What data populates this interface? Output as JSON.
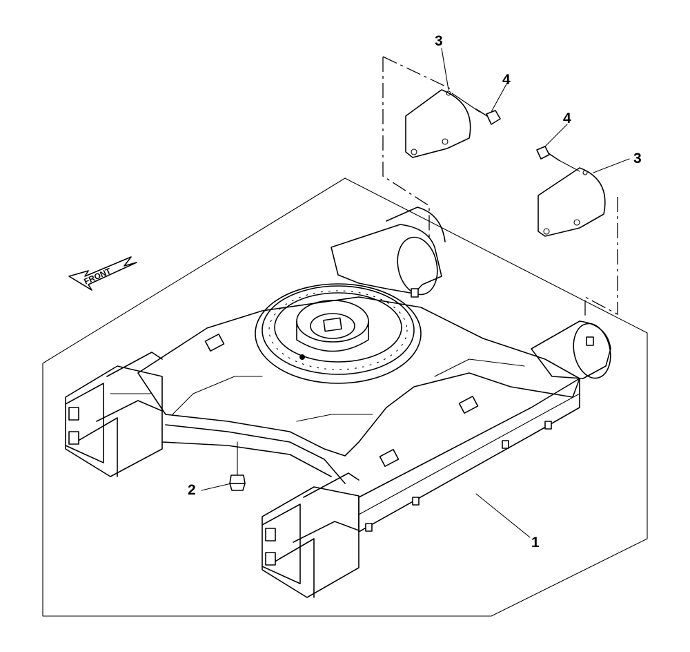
{
  "diagram": {
    "callouts": [
      {
        "id": "frame",
        "label": "1"
      },
      {
        "id": "plug",
        "label": "2"
      },
      {
        "id": "cover-left",
        "label": "3"
      },
      {
        "id": "cover-right",
        "label": "3"
      },
      {
        "id": "bolt-left",
        "label": "4"
      },
      {
        "id": "bolt-right",
        "label": "4"
      }
    ],
    "direction_indicator": {
      "label": "FRONT",
      "icon": "front-arrow-icon"
    }
  }
}
